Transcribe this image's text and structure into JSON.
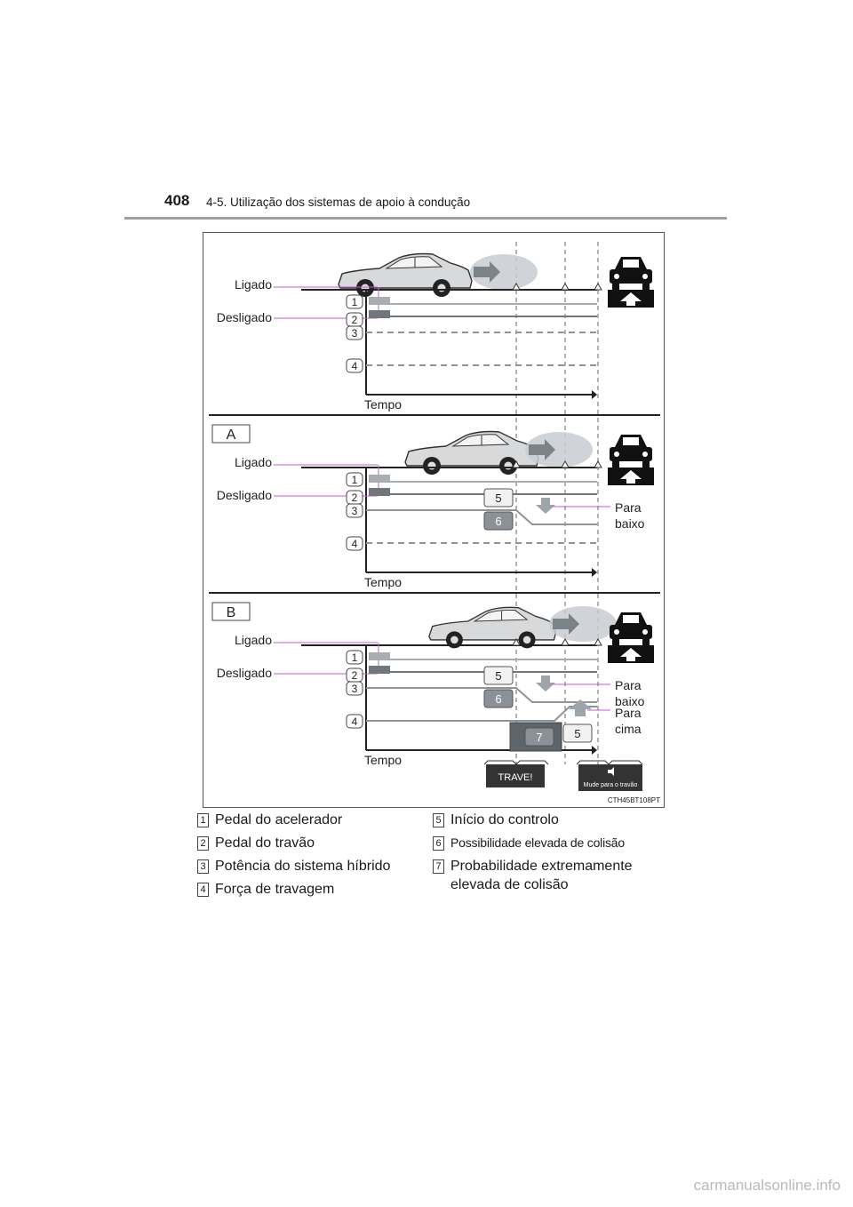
{
  "header": {
    "page_number": "408",
    "section_title": "4-5. Utilização dos sistemas de apoio à condução"
  },
  "figure": {
    "code": "CTH45BT108PT",
    "panel_a_label": "A",
    "panel_b_label": "B",
    "on_label": "Ligado",
    "off_label": "Desligado",
    "time_label": "Tempo",
    "down_label": "Para\nbaixo",
    "up_label": "Para\ncima",
    "numbers": [
      "1",
      "2",
      "3",
      "4",
      "5",
      "6",
      "7"
    ],
    "brake_warning": "TRAVE!",
    "brake_switch_message": "Mude para o travão",
    "colors": {
      "outline": "#444444",
      "gray_light": "#a7adb2",
      "gray_dark": "#6f767c",
      "pink": "#c45ad6",
      "display": "#333333"
    }
  },
  "legend": {
    "left": [
      {
        "num": "1",
        "text": "Pedal do acelerador"
      },
      {
        "num": "2",
        "text": "Pedal do travão"
      },
      {
        "num": "3",
        "text": "Potência do sistema híbrido"
      },
      {
        "num": "4",
        "text": "Força de travagem"
      }
    ],
    "right": [
      {
        "num": "5",
        "text": "Início do controlo"
      },
      {
        "num": "6",
        "text": "Possibilidade elevada de colisão"
      },
      {
        "num": "7",
        "text": "Probabilidade extremamente elevada de colisão"
      }
    ]
  },
  "watermark": "carmanualsonline.info"
}
